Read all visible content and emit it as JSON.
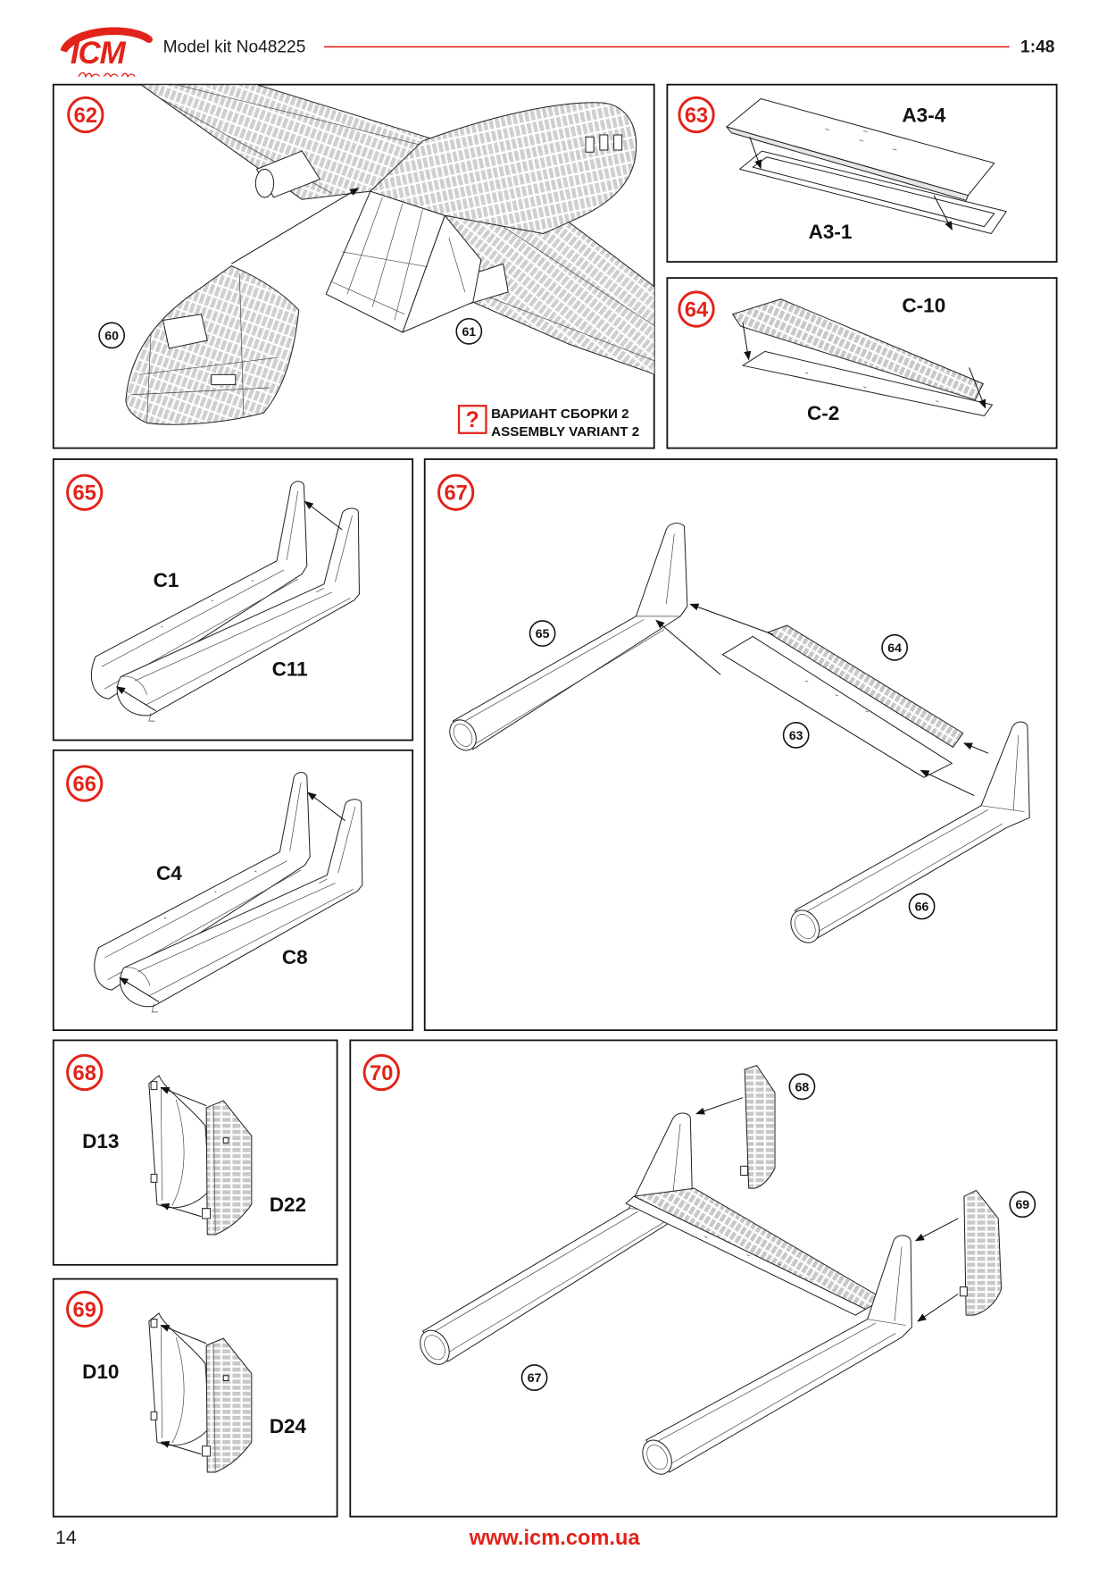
{
  "header": {
    "logo": {
      "text": "ICM",
      "color": "#e2231a"
    },
    "model_kit": "Model kit No48225",
    "scale": "1:48"
  },
  "steps": {
    "62": {
      "number": "62",
      "refs": [
        "60",
        "61"
      ],
      "note": {
        "icon": "question-mark-icon",
        "icon_text": "?",
        "line_ru": "ВАРИАНТ СБОРКИ 2",
        "line_en": "ASSEMBLY VARIANT 2"
      }
    },
    "63": {
      "number": "63",
      "parts": [
        "A3-4",
        "A3-1"
      ]
    },
    "64": {
      "number": "64",
      "parts": [
        "C-10",
        "C-2"
      ]
    },
    "65": {
      "number": "65",
      "parts": [
        "C1",
        "C11"
      ]
    },
    "66": {
      "number": "66",
      "parts": [
        "C4",
        "C8"
      ]
    },
    "67": {
      "number": "67",
      "refs": [
        "65",
        "64",
        "63",
        "66"
      ]
    },
    "68": {
      "number": "68",
      "parts": [
        "D13",
        "D22"
      ]
    },
    "69": {
      "number": "69",
      "parts": [
        "D10",
        "D24"
      ]
    },
    "70": {
      "number": "70",
      "refs": [
        "68",
        "69",
        "67"
      ]
    }
  },
  "footer": {
    "page_number": "14",
    "website": "www.icm.com.ua"
  },
  "colors": {
    "accent": "#e2231a",
    "ink": "#1a1a1a",
    "rib_shade": "#cfcfcf"
  }
}
